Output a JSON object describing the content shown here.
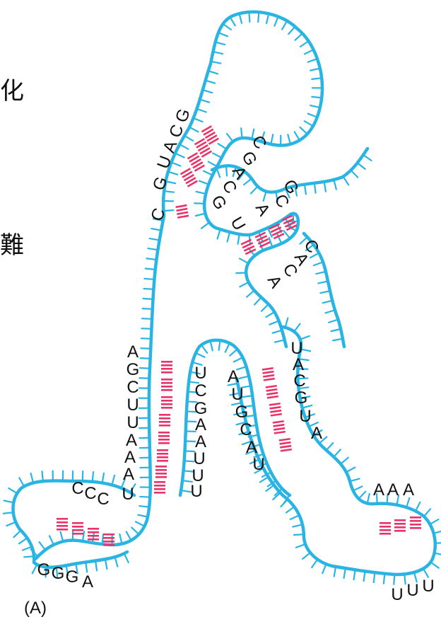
{
  "side_text": {
    "char1": "化",
    "char2": "難"
  },
  "panel_label": "(A)",
  "strand_color": "#29b4e3",
  "pair_color": "#e8336a",
  "bases": {
    "left_arm_top": [
      "G",
      "C",
      "A",
      "U",
      "G",
      "C"
    ],
    "top_inner": [
      "C",
      "G",
      "A",
      "C",
      "G"
    ],
    "right_inner": [
      "G",
      "C",
      "A",
      "U"
    ],
    "right_arm": [
      "C",
      "A",
      "C",
      "A"
    ],
    "left_stem": [
      "A",
      "G",
      "C",
      "U",
      "U",
      "A",
      "A",
      "A",
      "U"
    ],
    "bottom_loop_top": [
      "C",
      "C",
      "C"
    ],
    "bottom_loop_bot": [
      "G",
      "G",
      "G",
      "A"
    ],
    "mid_stem_left": [
      "U",
      "C",
      "G",
      "A",
      "A",
      "U",
      "U",
      "U"
    ],
    "mid_stem_right": [
      "A",
      "U",
      "G",
      "C",
      "A",
      "U"
    ],
    "right_stem": [
      "U",
      "A",
      "C",
      "G",
      "U",
      "A"
    ],
    "right_end_top": [
      "A",
      "A",
      "A"
    ],
    "right_end_bot": [
      "U",
      "U",
      "U"
    ]
  }
}
